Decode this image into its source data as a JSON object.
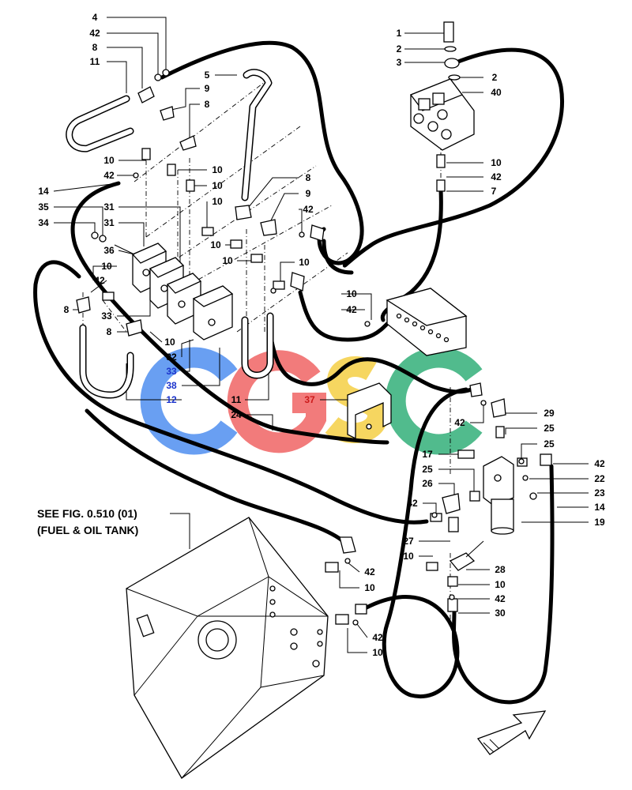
{
  "diagram": {
    "note_lines": [
      "SEE FIG. 0.510 (01)",
      "(FUEL & OIL TANK)"
    ],
    "watermark": {
      "letters": [
        "C",
        "G",
        "S",
        "C"
      ],
      "colors": [
        "#4f8ff0",
        "#f06565",
        "#f5cf45",
        "#33b07a"
      ]
    },
    "colors": {
      "line": "#000000",
      "label_blue": "#1a33cc",
      "label_red": "#cc1a1a"
    },
    "callouts": [
      "4",
      "42",
      "8",
      "11",
      "5",
      "9",
      "8",
      "10",
      "42",
      "10",
      "10",
      "14",
      "35",
      "34",
      "36",
      "31",
      "31",
      "10",
      "8",
      "9",
      "42",
      "10",
      "10",
      "10",
      "10",
      "42",
      "8",
      "33",
      "8",
      "10",
      "32",
      "33",
      "38",
      "12",
      "11",
      "24",
      "37",
      "10",
      "42",
      "1",
      "2",
      "3",
      "2",
      "40",
      "10",
      "42",
      "7",
      "29",
      "42",
      "25",
      "25",
      "17",
      "42",
      "25",
      "22",
      "26",
      "23",
      "42",
      "14",
      "19",
      "27",
      "10",
      "28",
      "42",
      "10",
      "10",
      "42",
      "42",
      "30",
      "10"
    ]
  }
}
